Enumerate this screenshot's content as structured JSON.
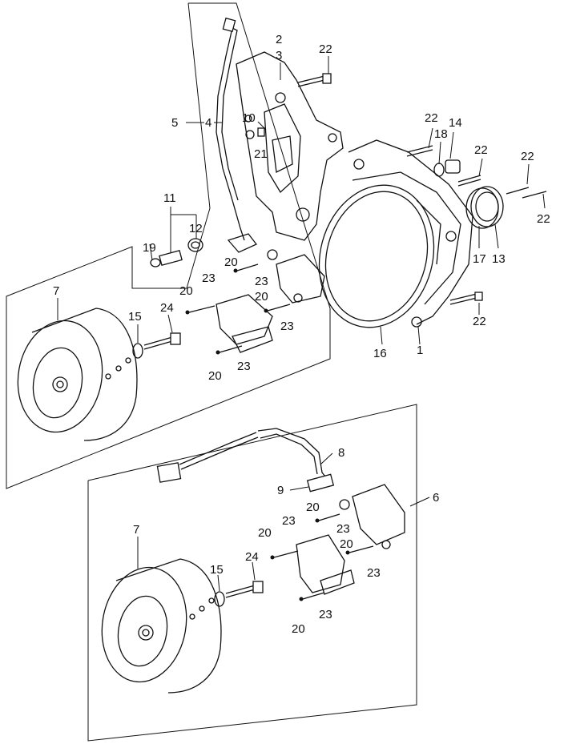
{
  "diagram": {
    "callouts": [
      {
        "id": "c-2",
        "text": "2"
      },
      {
        "id": "c-3",
        "text": "3"
      },
      {
        "id": "c-22a",
        "text": "22"
      },
      {
        "id": "c-5",
        "text": "5"
      },
      {
        "id": "c-4",
        "text": "4"
      },
      {
        "id": "c-10",
        "text": "10"
      },
      {
        "id": "c-21",
        "text": "21"
      },
      {
        "id": "c-22b",
        "text": "22"
      },
      {
        "id": "c-18",
        "text": "18"
      },
      {
        "id": "c-14",
        "text": "14"
      },
      {
        "id": "c-22c",
        "text": "22"
      },
      {
        "id": "c-22d",
        "text": "22"
      },
      {
        "id": "c-22e",
        "text": "22"
      },
      {
        "id": "c-11",
        "text": "11"
      },
      {
        "id": "c-12",
        "text": "12"
      },
      {
        "id": "c-19",
        "text": "19"
      },
      {
        "id": "c-17",
        "text": "17"
      },
      {
        "id": "c-13",
        "text": "13"
      },
      {
        "id": "c-20a",
        "text": "20"
      },
      {
        "id": "c-23a",
        "text": "23"
      },
      {
        "id": "c-7a",
        "text": "7"
      },
      {
        "id": "c-20b",
        "text": "20"
      },
      {
        "id": "c-23b",
        "text": "23"
      },
      {
        "id": "c-20c",
        "text": "20"
      },
      {
        "id": "c-24a",
        "text": "24"
      },
      {
        "id": "c-15a",
        "text": "15"
      },
      {
        "id": "c-23c",
        "text": "23"
      },
      {
        "id": "c-22f",
        "text": "22"
      },
      {
        "id": "c-16",
        "text": "16"
      },
      {
        "id": "c-1",
        "text": "1"
      },
      {
        "id": "c-20d",
        "text": "20"
      },
      {
        "id": "c-23d",
        "text": "23"
      },
      {
        "id": "c-8",
        "text": "8"
      },
      {
        "id": "c-9",
        "text": "9"
      },
      {
        "id": "c-6",
        "text": "6"
      },
      {
        "id": "c-20e",
        "text": "20"
      },
      {
        "id": "c-23e",
        "text": "23"
      },
      {
        "id": "c-7b",
        "text": "7"
      },
      {
        "id": "c-20f",
        "text": "20"
      },
      {
        "id": "c-23f",
        "text": "23"
      },
      {
        "id": "c-20g",
        "text": "20"
      },
      {
        "id": "c-24b",
        "text": "24"
      },
      {
        "id": "c-15b",
        "text": "15"
      },
      {
        "id": "c-23g",
        "text": "23"
      },
      {
        "id": "c-23h",
        "text": "23"
      },
      {
        "id": "c-20h",
        "text": "20"
      }
    ]
  }
}
